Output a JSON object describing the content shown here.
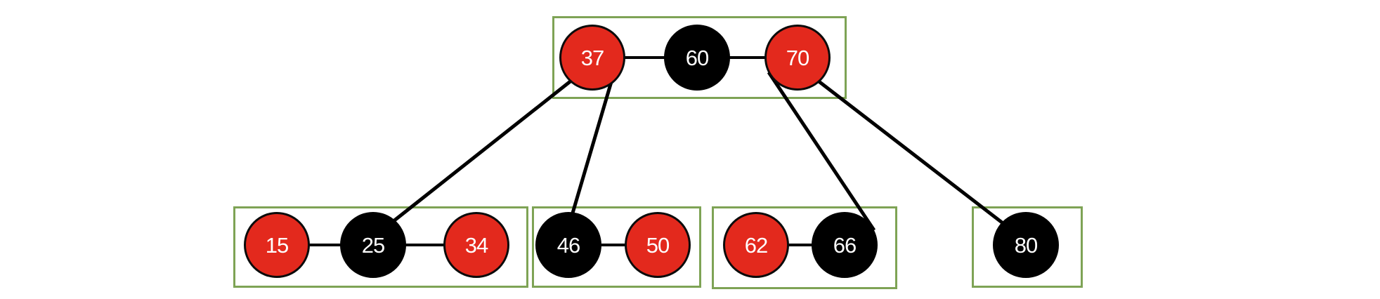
{
  "diagram_type": "red-black-tree-with-234-node-grouping",
  "colors": {
    "red_node_fill": "#e3291d",
    "black_node_fill": "#000000",
    "node_outline": "#0b0b0b",
    "node_text": "#ffffff",
    "group_border": "#7ea355",
    "edge_line": "#000000",
    "background": "#ffffff"
  },
  "groups": [
    {
      "name": "root-group",
      "nodes": [
        {
          "label": "37",
          "color": "red"
        },
        {
          "label": "60",
          "color": "black"
        },
        {
          "label": "70",
          "color": "red"
        }
      ]
    },
    {
      "name": "leaf-group-1",
      "nodes": [
        {
          "label": "15",
          "color": "red"
        },
        {
          "label": "25",
          "color": "black"
        },
        {
          "label": "34",
          "color": "red"
        }
      ]
    },
    {
      "name": "leaf-group-2",
      "nodes": [
        {
          "label": "46",
          "color": "black"
        },
        {
          "label": "50",
          "color": "red"
        }
      ]
    },
    {
      "name": "leaf-group-3",
      "nodes": [
        {
          "label": "62",
          "color": "red"
        },
        {
          "label": "66",
          "color": "black"
        }
      ]
    },
    {
      "name": "leaf-group-4",
      "nodes": [
        {
          "label": "80",
          "color": "black"
        }
      ]
    }
  ],
  "edges": [
    {
      "from": "37",
      "to": "25"
    },
    {
      "from": "37",
      "to": "46"
    },
    {
      "from": "70",
      "to": "66"
    },
    {
      "from": "70",
      "to": "80"
    }
  ],
  "sibling_connectors": [
    {
      "between": [
        "37",
        "60"
      ]
    },
    {
      "between": [
        "60",
        "70"
      ]
    },
    {
      "between": [
        "15",
        "25"
      ]
    },
    {
      "between": [
        "25",
        "34"
      ]
    },
    {
      "between": [
        "46",
        "50"
      ]
    },
    {
      "between": [
        "62",
        "66"
      ]
    }
  ]
}
